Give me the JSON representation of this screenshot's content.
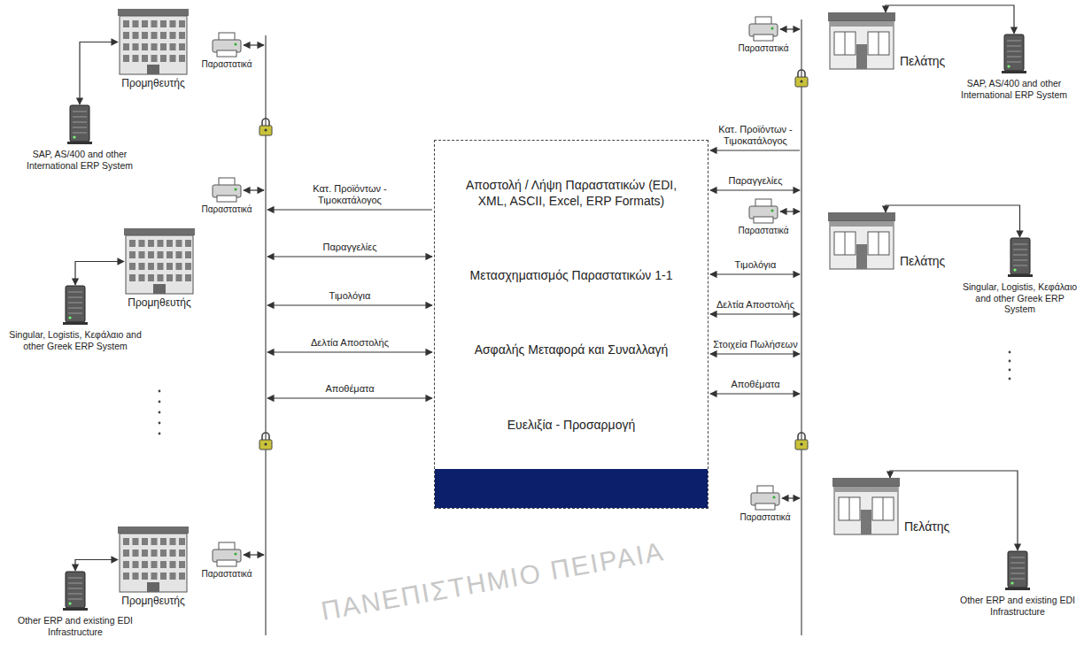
{
  "diagram": {
    "nodes": [
      {
        "text": [
          "Προμηθευτής"
        ]
      },
      {
        "text": [
          "Παραστατικά"
        ]
      },
      {
        "text": [
          "SAP, AS/400 and other International ERP System"
        ]
      },
      {
        "text": [
          "Προμηθευτής"
        ]
      },
      {
        "text": [
          "Παραστατικά"
        ]
      },
      {
        "text": [
          "Singular, Logistis, Κεφάλαιο and other Greek ERP System"
        ]
      },
      {
        "text": [
          "Προμηθευτής"
        ]
      },
      {
        "text": [
          "Παραστατικά"
        ]
      },
      {
        "text": [
          "Other ERP and existing EDI Infrastructure"
        ]
      },
      {
        "text": [
          "Αποστολή / Λήψη Παραστατικών (EDI, XML, ASCII, Excel, ERP Formats)",
          "Μετασχηματισμός Παραστατικών 1-1",
          "Ασφαλής Μεταφορά και Συναλλαγή",
          "Ευελιξία - Προσαρμογή"
        ]
      },
      {
        "text": [
          "Πελάτης"
        ]
      },
      {
        "text": [
          "Παραστατικά"
        ]
      },
      {
        "text": [
          "SAP, AS/400 and other International ERP System"
        ]
      },
      {
        "text": [
          "Πελάτης"
        ]
      },
      {
        "text": [
          "Παραστατικά"
        ]
      },
      {
        "text": [
          "Singular, Logistis, Κεφάλαιο and other Greek ERP System"
        ]
      },
      {
        "text": [
          "Πελάτης"
        ]
      },
      {
        "text": [
          "Παραστατικά"
        ]
      },
      {
        "text": [
          "Other ERP and existing EDI Infrastructure"
        ]
      }
    ],
    "edges": [
      {
        "from": 2,
        "to": 0,
        "arrow": "both"
      },
      {
        "from": 5,
        "to": 3,
        "arrow": "both"
      },
      {
        "from": 8,
        "to": 6,
        "arrow": "both"
      },
      {
        "from": 12,
        "to": 10,
        "arrow": "both"
      },
      {
        "from": 15,
        "to": 13,
        "arrow": "both"
      },
      {
        "from": 18,
        "to": 16,
        "arrow": "both"
      }
    ],
    "labels": [
      "Κατ. Προϊόντων - Τιμοκατάλογος",
      "Παραγγελίες",
      "Τιμολόγια",
      "Δελτία Αποστολής",
      "Αποθέματα",
      "Κατ. Προϊόντων - Τιμοκατάλογος",
      "Παραγγελίες",
      "Τιμολόγια",
      "Δελτία Αποστολής",
      "Στοιχεία Πωλήσεων",
      "Αποθέματα",
      "ΠΑΝΕΠΙΣΤΗΜΙΟ ΠΕΙΡΑΙΑ"
    ]
  }
}
